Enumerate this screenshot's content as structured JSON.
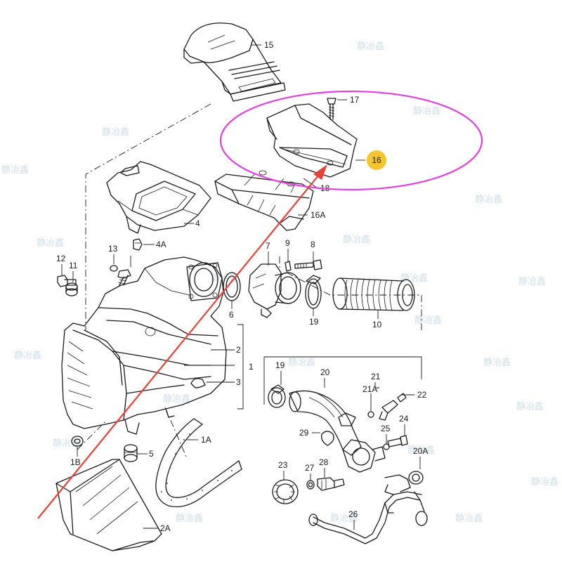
{
  "labels": {
    "p15": "15",
    "p17": "17",
    "p16": "16",
    "p18": "18",
    "p16A": "16A",
    "p4": "4",
    "p4A": "4A",
    "p13": "13",
    "p12": "12",
    "p11": "11",
    "p9": "9",
    "p8": "8",
    "p7": "7",
    "p6": "6",
    "p19a": "19",
    "p10": "10",
    "p2": "2",
    "p1": "1",
    "p3": "3",
    "p1A": "1A",
    "p5": "5",
    "p1B": "1B",
    "p2A": "2A",
    "p19b": "19",
    "p20": "20",
    "p21": "21",
    "p21A": "21A",
    "p22": "22",
    "p29": "29",
    "p25": "25",
    "p24": "24",
    "p20A": "20A",
    "p23": "23",
    "p27": "27",
    "p28": "28",
    "p26": "26"
  },
  "highlight": {
    "badge_text": "16",
    "ellipse_color": "#e040e0",
    "badge_color": "#f2c62c",
    "arrow_color": "#e8413a"
  },
  "watermark": "静冶鑫"
}
